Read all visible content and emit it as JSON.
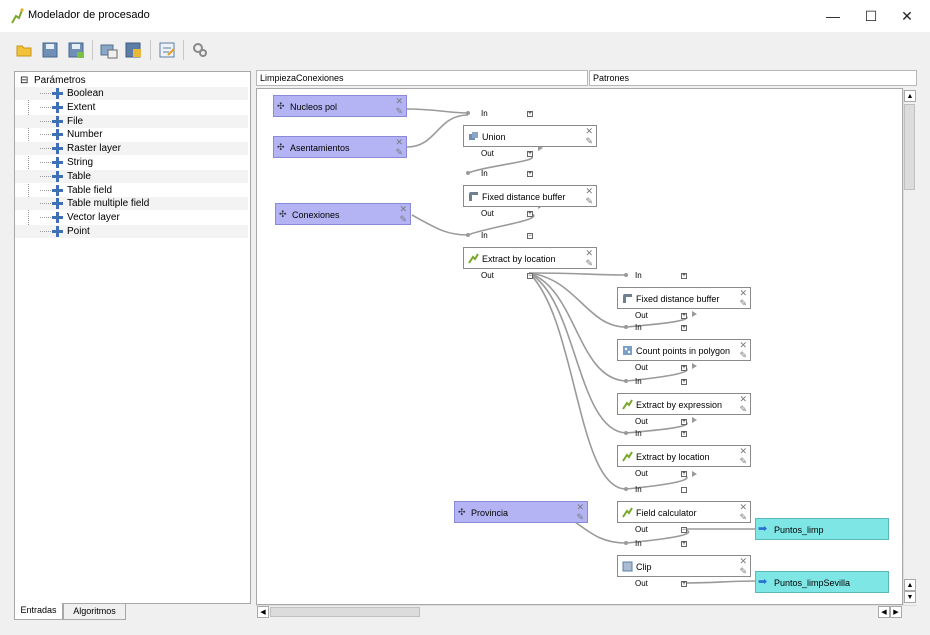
{
  "window": {
    "title": "Modelador de procesado",
    "minimize": "—",
    "maximize": "☐",
    "close": "✕"
  },
  "toolbar": {
    "icons": [
      "open-model-icon",
      "save-model-icon",
      "save-as-icon",
      "export-image-icon",
      "export-python-icon",
      "edit-help-icon",
      "run-model-icon"
    ]
  },
  "params_panel": {
    "root_label": "Parámetros",
    "collapse_symbol": "⊟",
    "items": [
      "Boolean",
      "Extent",
      "File",
      "Number",
      "Raster layer",
      "String",
      "Table",
      "Table field",
      "Table multiple field",
      "Vector layer",
      "Point"
    ]
  },
  "tabs": {
    "inputs": "Entradas",
    "algorithms": "Algoritmos"
  },
  "model": {
    "name": "LimpiezaConexiones",
    "group": "Patrones"
  },
  "canvas": {
    "inputs": [
      {
        "label": "Nucleos pol"
      },
      {
        "label": "Asentamientos"
      },
      {
        "label": "Conexiones"
      },
      {
        "label": "Provincia"
      }
    ],
    "algorithms": [
      {
        "label": "Union"
      },
      {
        "label": "Fixed distance buffer"
      },
      {
        "label": "Extract by location"
      },
      {
        "label": "Fixed distance buffer"
      },
      {
        "label": "Count points in polygon"
      },
      {
        "label": "Extract by expression"
      },
      {
        "label": "Extract by location"
      },
      {
        "label": "Field calculator"
      },
      {
        "label": "Clip"
      }
    ],
    "outputs": [
      {
        "label": "Puntos_limp"
      },
      {
        "label": "Puntos_limpSevilla"
      }
    ],
    "port_in": "In",
    "port_out": "Out"
  },
  "colors": {
    "input_node": "#b4b4f5",
    "output_node": "#7fe6e6",
    "link": "#9a9a9a"
  }
}
